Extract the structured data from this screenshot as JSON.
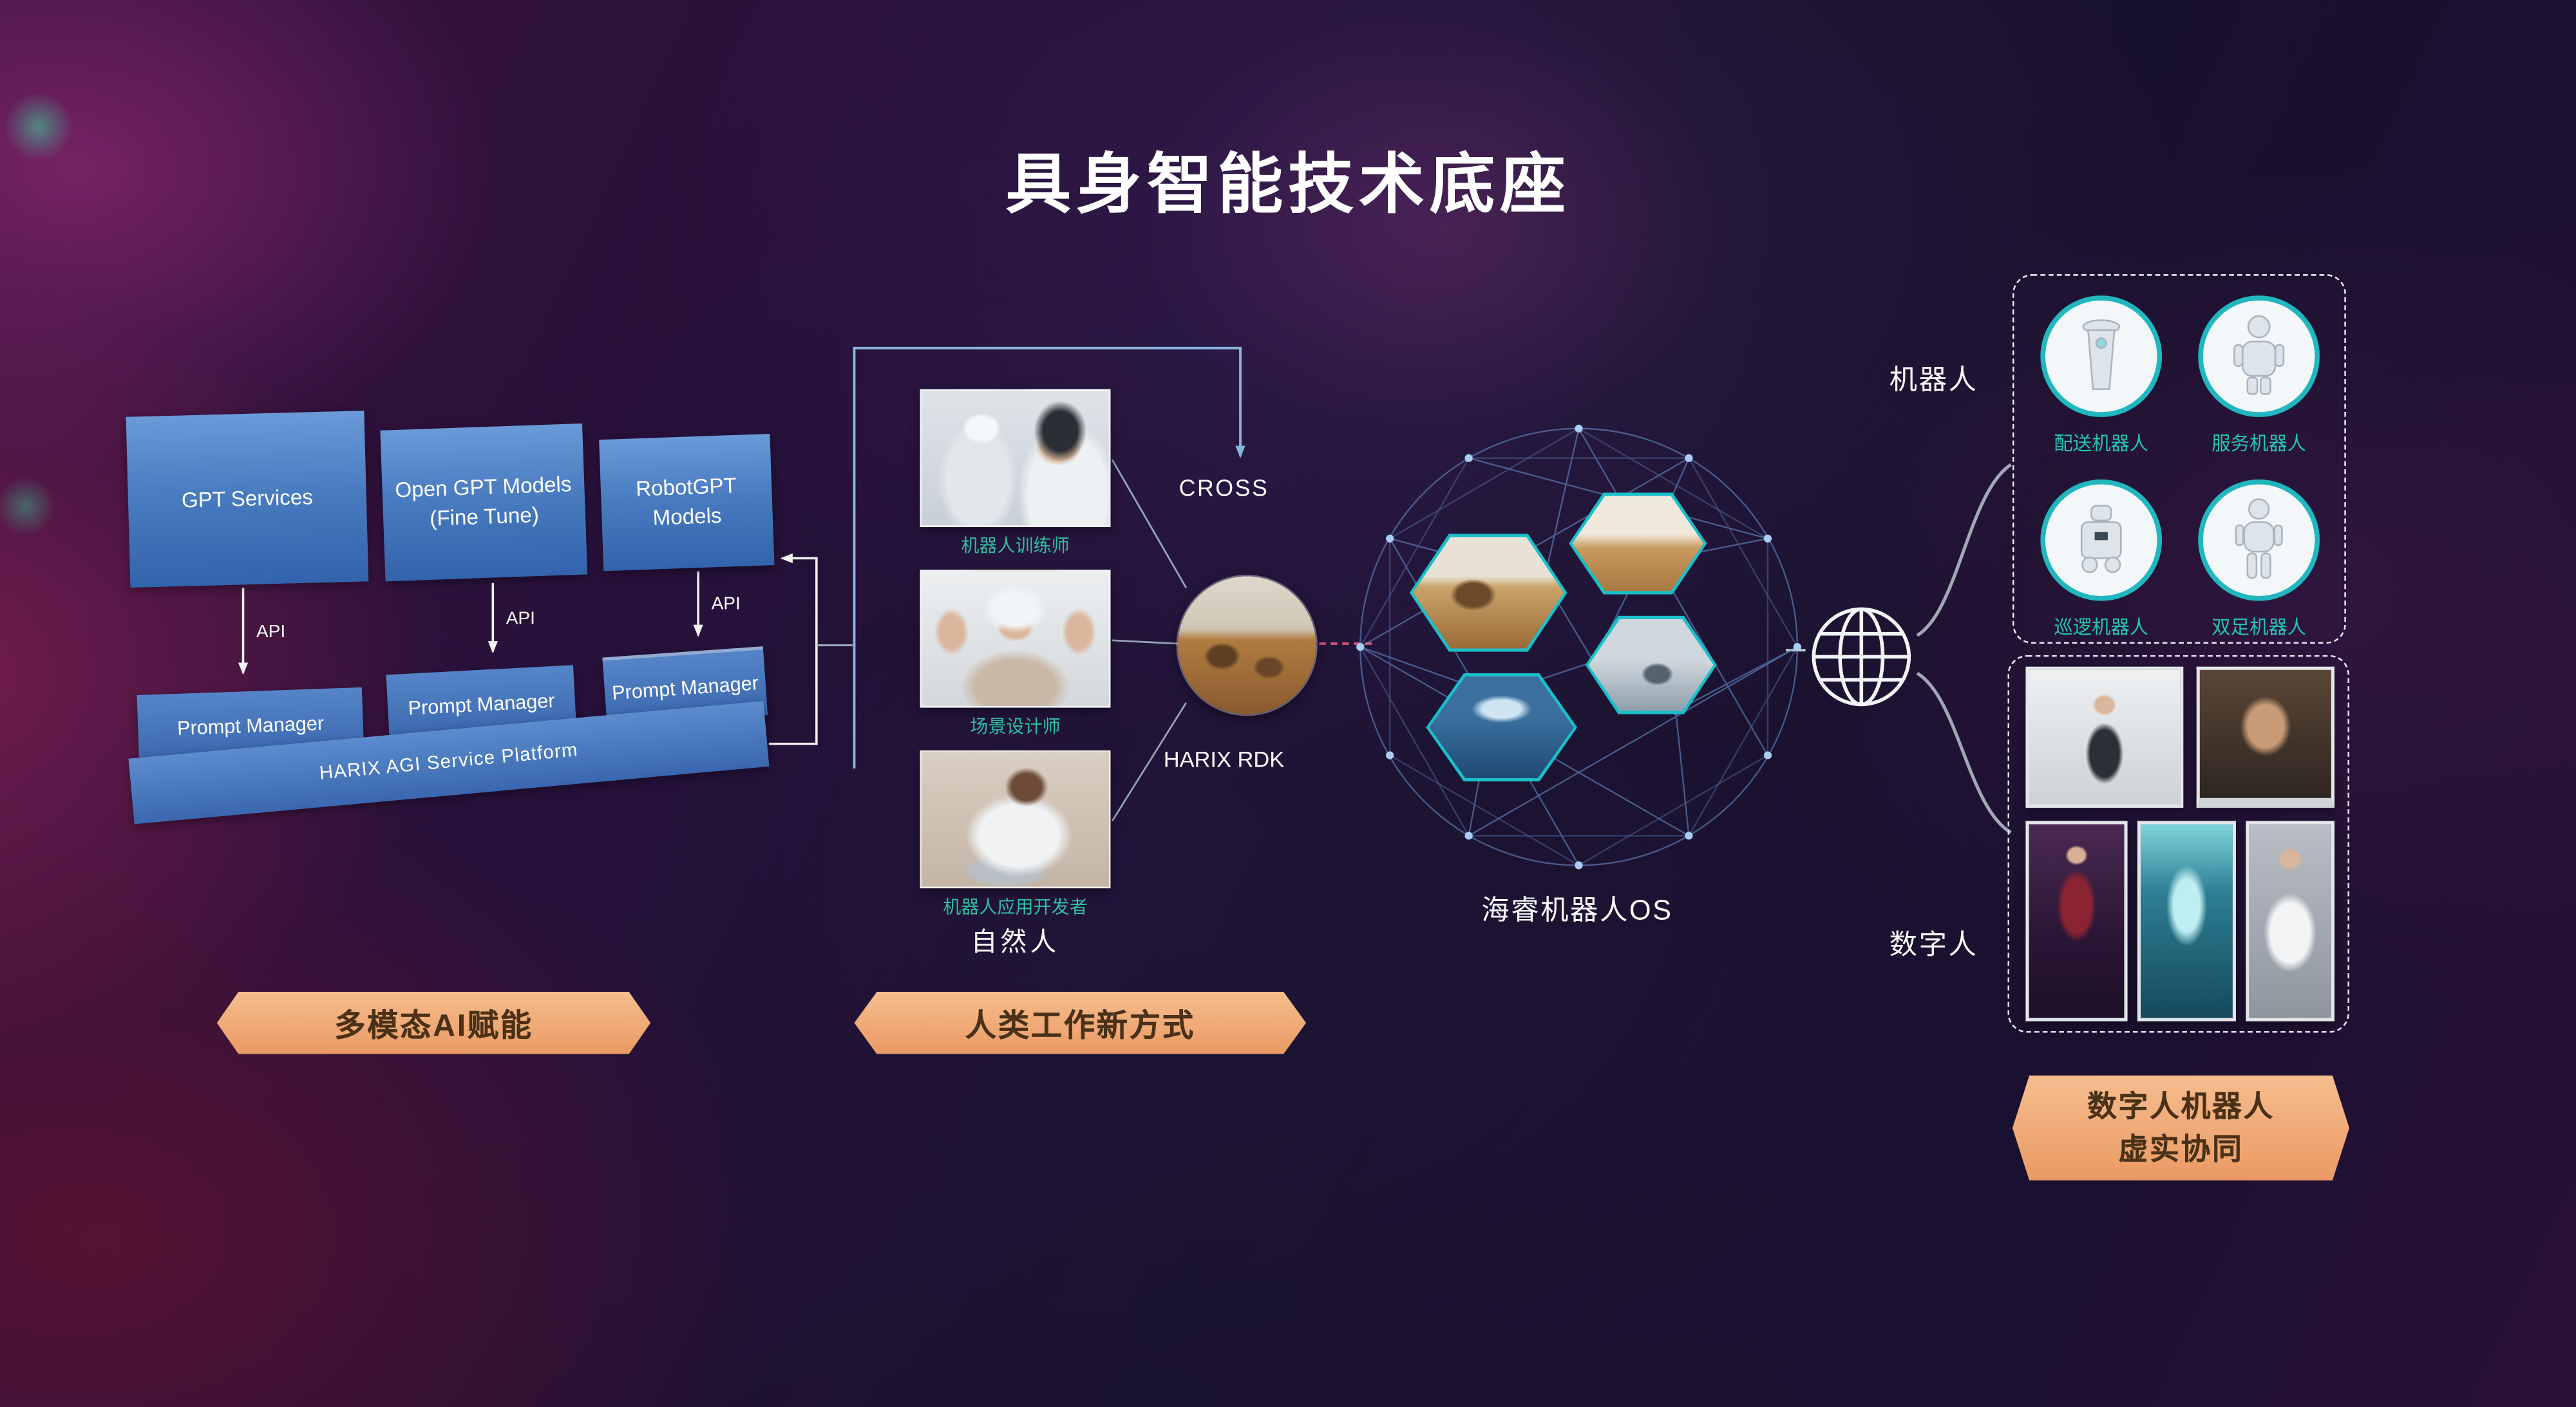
{
  "title": "具身智能技术底座",
  "ai_stack": {
    "models": [
      {
        "label": "GPT Services"
      },
      {
        "label": "Open GPT Models (Fine Tune)"
      },
      {
        "label": "RobotGPT Models"
      }
    ],
    "api_label": "API",
    "prompt_manager_label": "Prompt Manager",
    "platform_label": "HARIX AGI Service Platform",
    "banner_label": "多模态AI赋能"
  },
  "human_section": {
    "roles": [
      {
        "label": "机器人训练师"
      },
      {
        "label": "场景设计师"
      },
      {
        "label": "机器人应用开发者"
      }
    ],
    "group_label": "自然人",
    "cross_label": "CROSS",
    "rdk_label": "HARIX RDK",
    "banner_label": "人类工作新方式"
  },
  "os_section": {
    "label": "海睿机器人OS"
  },
  "devices": {
    "robots_label": "机器人",
    "robot_types": [
      "配送机器人",
      "服务机器人",
      "巡逻机器人",
      "双足机器人"
    ],
    "digital_humans_label": "数字人",
    "banner_line1": "数字人机器人",
    "banner_line2": "虚实协同"
  },
  "colors": {
    "accent_teal": "#25c4b4",
    "banner_orange": "#f0a875",
    "box_blue": "#4a7cc0",
    "background_dark": "#1a1333"
  }
}
